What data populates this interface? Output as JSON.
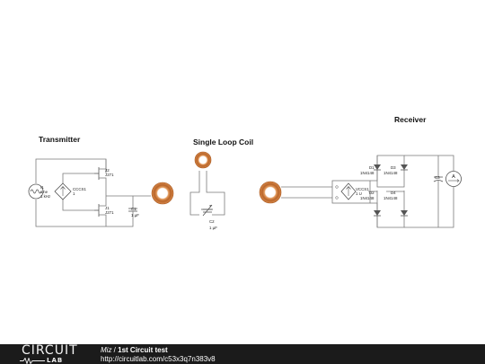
{
  "sections": {
    "transmitter": "Transmitter",
    "single_loop_coil": "Single Loop Coil",
    "receiver": "Receiver"
  },
  "components": {
    "source": {
      "name": "I1",
      "type": "sine",
      "freq": "1 kHz"
    },
    "cccs": {
      "name": "CCCS1",
      "gain": "1"
    },
    "j2": {
      "name": "J2",
      "part": "J271"
    },
    "j1": {
      "name": "J1",
      "part": "J271"
    },
    "c1": {
      "name": "C1",
      "value": "1 µF"
    },
    "c2": {
      "name": "C2",
      "value": "1 µF"
    },
    "vccs": {
      "name": "VCCS1",
      "gain": "1 U"
    },
    "d1": {
      "name": "D1",
      "part": "1N4148"
    },
    "d2": {
      "name": "D2",
      "part": "1N4148"
    },
    "d3": {
      "name": "D3",
      "part": "1N4148"
    },
    "d4": {
      "name": "D4",
      "part": "1N4148"
    },
    "c3": {
      "name": "C3"
    },
    "ammeter": {
      "symbol": "A"
    }
  },
  "colors": {
    "wire": "#7a7a7a",
    "coil": "#c87533",
    "footer_bg": "#1b1b1b"
  },
  "footer": {
    "logo_word1": "CIRCUIT",
    "logo_word2": "LAB",
    "author": "Miz",
    "separator": " / ",
    "title": "1st Circuit test",
    "url": "http://circuitlab.com/c53x3q7n383v8"
  }
}
